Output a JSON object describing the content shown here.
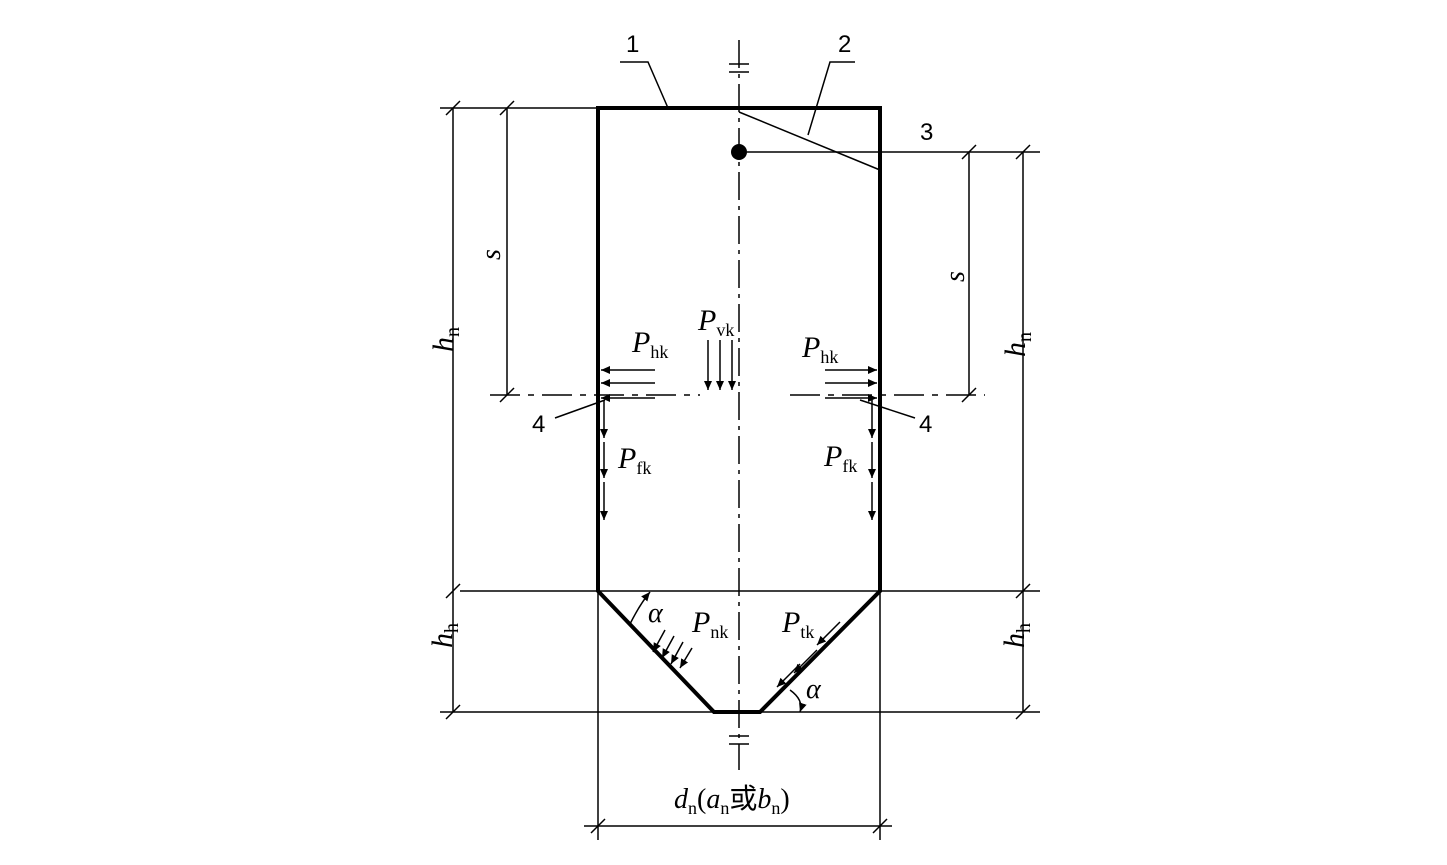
{
  "callouts": {
    "c1": "1",
    "c2": "2",
    "c3": "3",
    "c4_left": "4",
    "c4_right": "4"
  },
  "dims": {
    "s": "s",
    "h_n": {
      "main": "h",
      "sub": "n"
    },
    "h_h": {
      "main": "h",
      "sub": "h"
    },
    "width": {
      "d": "d",
      "n1": "n",
      "open": "(",
      "a": "a",
      "n2": "n",
      "or": "或",
      "b": "b",
      "n3": "n",
      "close": ")"
    }
  },
  "forces": {
    "P_vk": {
      "main": "P",
      "sub": "vk"
    },
    "P_hk": {
      "main": "P",
      "sub": "hk"
    },
    "P_fk": {
      "main": "P",
      "sub": "fk"
    },
    "P_nk": {
      "main": "P",
      "sub": "nk"
    },
    "P_tk": {
      "main": "P",
      "sub": "tk"
    },
    "alpha": "α"
  }
}
